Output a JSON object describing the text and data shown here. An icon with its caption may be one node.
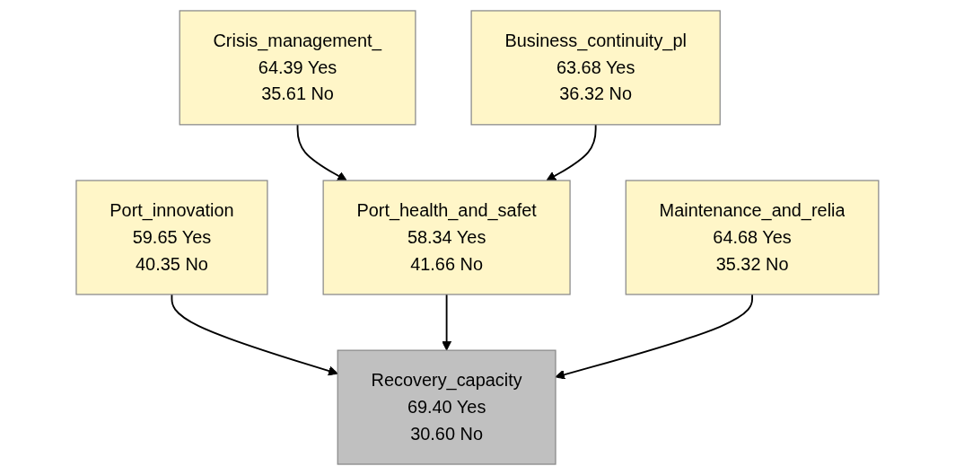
{
  "diagram": {
    "nodes": [
      {
        "text": [
          "Crisis_management_",
          "64.39 Yes",
          "35.61 No"
        ]
      },
      {
        "text": [
          "Business_continuity_pl",
          "63.68 Yes",
          "36.32 No"
        ]
      },
      {
        "text": [
          "Port_innovation",
          "59.65 Yes",
          "40.35 No"
        ]
      },
      {
        "text": [
          "Port_health_and_safet",
          "58.34 Yes",
          "41.66 No"
        ]
      },
      {
        "text": [
          "Maintenance_and_relia",
          "64.68 Yes",
          "35.32 No"
        ]
      },
      {
        "text": [
          "Recovery_capacity",
          "69.40 Yes",
          "30.60 No"
        ]
      }
    ],
    "edges": [
      {
        "from": 0,
        "to": 3,
        "arrow": "to"
      },
      {
        "from": 1,
        "to": 3,
        "arrow": "to"
      },
      {
        "from": 2,
        "to": 5,
        "arrow": "to"
      },
      {
        "from": 3,
        "to": 5,
        "arrow": "to"
      },
      {
        "from": 4,
        "to": 5,
        "arrow": "to"
      }
    ]
  }
}
